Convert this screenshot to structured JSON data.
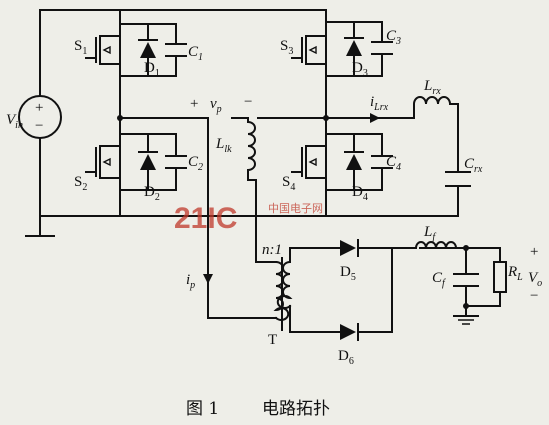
{
  "labels": {
    "s1": "S",
    "s1_sub": "1",
    "s2": "S",
    "s2_sub": "2",
    "s3": "S",
    "s3_sub": "3",
    "s4": "S",
    "s4_sub": "4",
    "d1": "D",
    "d1_sub": "1",
    "d2": "D",
    "d2_sub": "2",
    "d3": "D",
    "d3_sub": "3",
    "d4": "D",
    "d4_sub": "4",
    "d5": "D",
    "d5_sub": "5",
    "d6": "D",
    "d6_sub": "6",
    "c1": "C",
    "c1_sub": "1",
    "c2": "C",
    "c2_sub": "2",
    "c3": "C",
    "c3_sub": "3",
    "c4": "C",
    "c4_sub": "4",
    "vin": "V",
    "vin_sub": "in",
    "vp": "v",
    "vp_sub": "p",
    "plus": "+",
    "minus": "−",
    "lik": "L",
    "lik_sub": "lk",
    "ilrx": "i",
    "ilrx_sub": "Lrx",
    "lrx": "L",
    "lrx_sub": "rx",
    "crx": "C",
    "crx_sub": "rx",
    "ip": "i",
    "ip_sub": "p",
    "ratio": "n:1",
    "tr": "T",
    "lf": "L",
    "lf_sub": "f",
    "cf": "C",
    "cf_sub": "f",
    "rl": "R",
    "rl_sub": "L",
    "vo": "V",
    "vo_sub": "o",
    "vo_plus": "+",
    "vo_minus": "−",
    "src_plus": "+",
    "src_minus": "−"
  },
  "watermark": {
    "logo": "21IC",
    "sub": "中国电子网"
  },
  "caption": {
    "fig": "图 1",
    "title": "电路拓扑"
  }
}
